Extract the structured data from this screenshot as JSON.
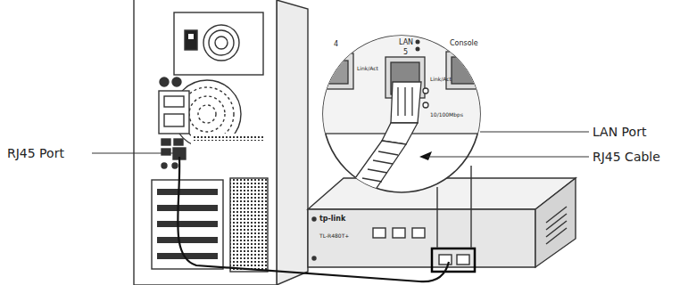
{
  "diagram": {
    "labels": [
      "RJ45 Port",
      "LAN Port",
      "RJ45 Cable",
      "LAN",
      "5",
      "4",
      "Link/Act",
      "Link/Act",
      "10/100Mbps",
      "Console",
      "tp-link",
      "TL-R480T+"
    ]
  }
}
